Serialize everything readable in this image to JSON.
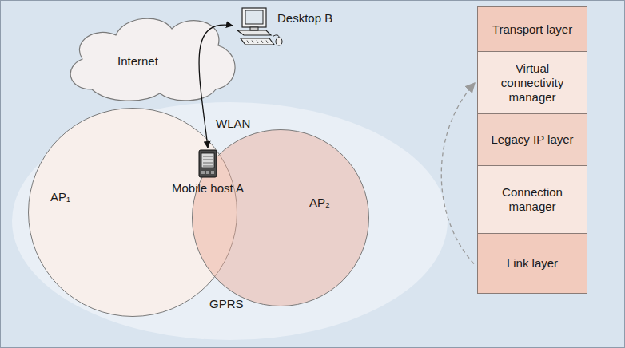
{
  "diagram": {
    "nodes": [
      {
        "text": [
          "GPRS"
        ]
      },
      {
        "text": [
          "AP₁"
        ],
        "in": 0
      },
      {
        "text": [
          "Mobile host A"
        ],
        "in": 1
      },
      {
        "text": [
          "AP₂"
        ],
        "in": 0
      },
      {
        "text": [
          "Internet"
        ]
      },
      {
        "text": [
          "Desktop B"
        ]
      },
      {
        "text": [
          "Transport layer"
        ]
      },
      {
        "text": [
          "Virtual connectivity manager"
        ]
      },
      {
        "text": [
          "Legacy IP layer"
        ]
      },
      {
        "text": [
          "Connection manager"
        ]
      },
      {
        "text": [
          "Link layer"
        ]
      }
    ],
    "edges": [
      {
        "from": 5,
        "to": 2,
        "arrow": "both"
      },
      {
        "from": 10,
        "to": 7,
        "arrow": "to"
      }
    ],
    "labels": [
      "WLAN"
    ]
  }
}
